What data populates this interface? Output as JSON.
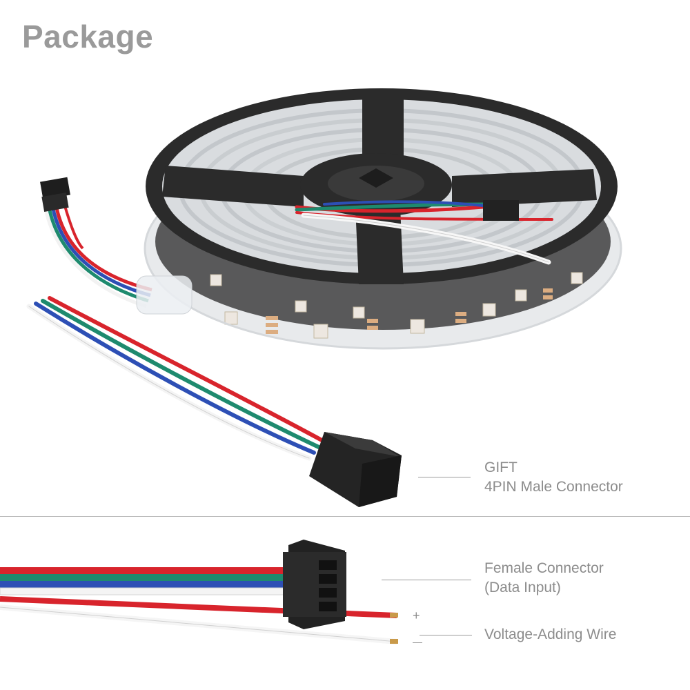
{
  "header": {
    "title": "Package"
  },
  "gift": {
    "line1": "GIFT",
    "line2": "4PIN Male Connector"
  },
  "female": {
    "line1": "Female Connector",
    "line2": "(Data Input)"
  },
  "voltage": {
    "label": "Voltage-Adding Wire",
    "plus": "+",
    "minus": "—"
  },
  "wire_colors": {
    "red": "#d8242c",
    "green": "#1e8a6e",
    "blue": "#2d4fb5",
    "white": "#f4f4f4"
  }
}
